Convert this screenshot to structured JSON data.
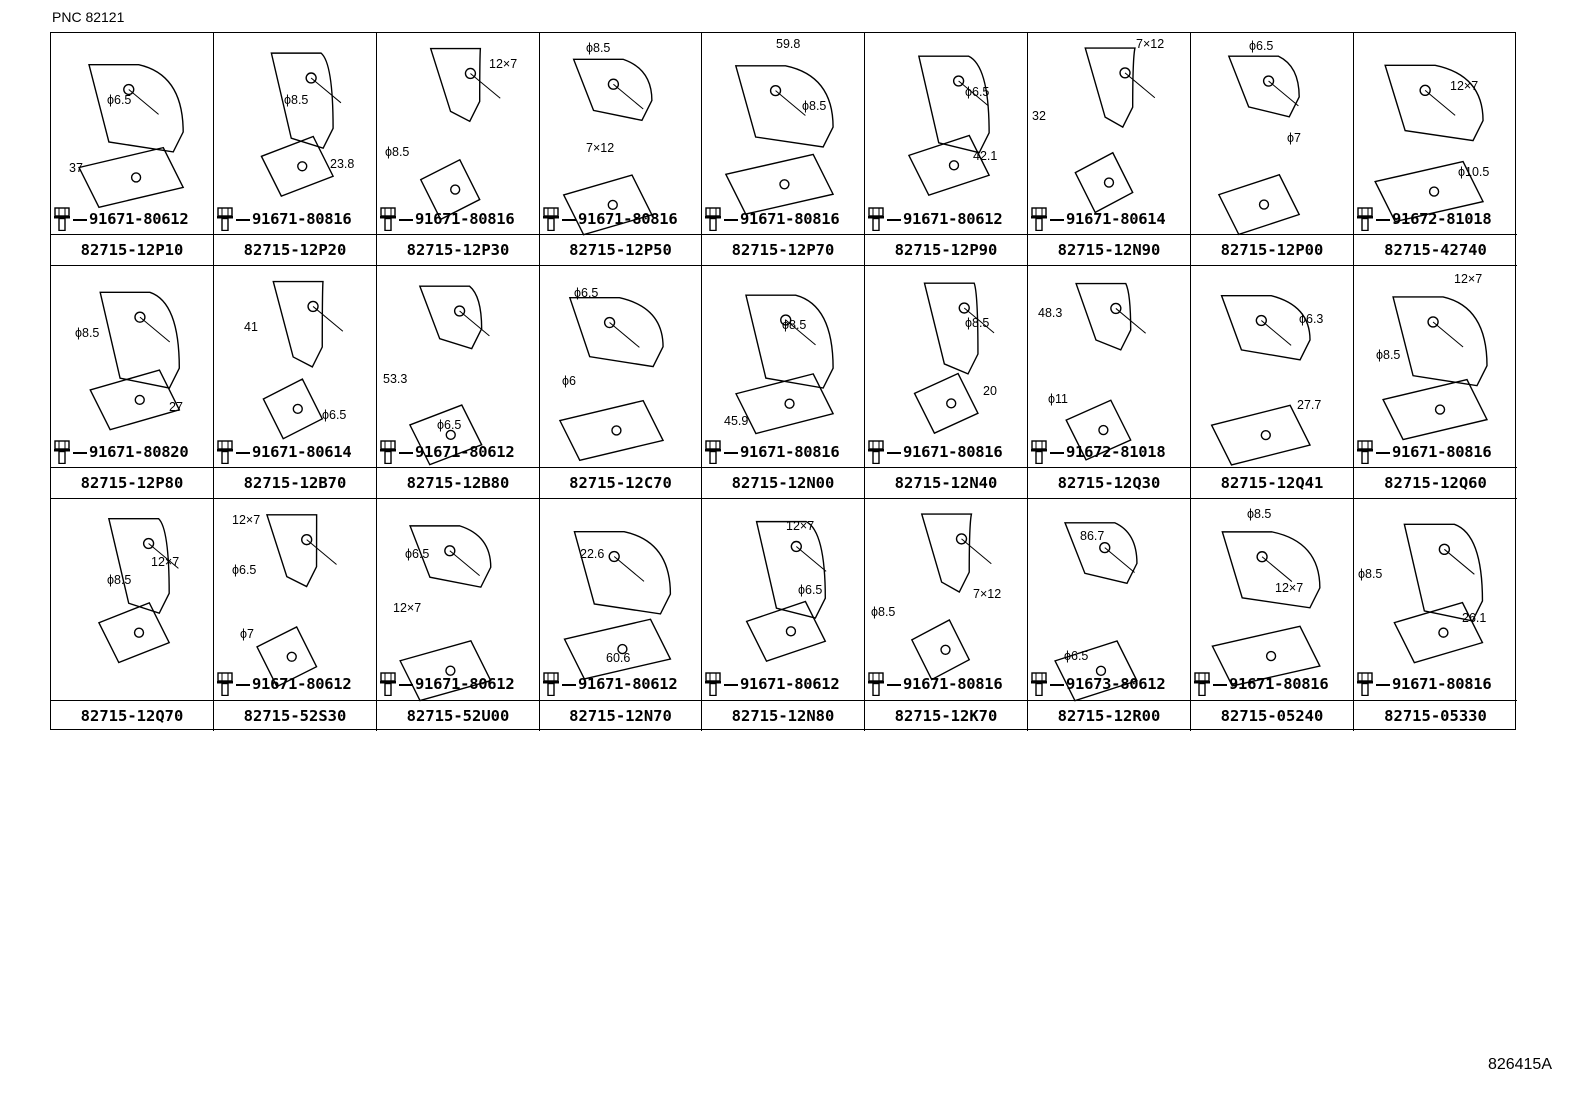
{
  "header": {
    "pnc": "PNC 82121"
  },
  "footer": {
    "figure_code": "826415A"
  },
  "cells": [
    {
      "part": "82715-12P10",
      "bolt": "91671-80612",
      "dims": [
        "ϕ6.5",
        "37"
      ]
    },
    {
      "part": "82715-12P20",
      "bolt": "91671-80816",
      "dims": [
        "ϕ8.5",
        "23.8"
      ]
    },
    {
      "part": "82715-12P30",
      "bolt": "91671-80816",
      "dims": [
        "12×7",
        "ϕ8.5"
      ]
    },
    {
      "part": "82715-12P50",
      "bolt": "91671-80816",
      "dims": [
        "ϕ8.5",
        "7×12"
      ]
    },
    {
      "part": "82715-12P70",
      "bolt": "91671-80816",
      "dims": [
        "59.8",
        "ϕ8.5"
      ]
    },
    {
      "part": "82715-12P90",
      "bolt": "91671-80612",
      "dims": [
        "ϕ6.5",
        "42.1"
      ]
    },
    {
      "part": "82715-12N90",
      "bolt": "91671-80614",
      "dims": [
        "7×12",
        "32"
      ]
    },
    {
      "part": "82715-12P00",
      "bolt": "",
      "dims": [
        "ϕ6.5",
        "ϕ7"
      ]
    },
    {
      "part": "82715-42740",
      "bolt": "91672-81018",
      "dims": [
        "12×7",
        "ϕ10.5"
      ]
    },
    {
      "part": "82715-12P80",
      "bolt": "91671-80820",
      "dims": [
        "ϕ8.5",
        "27"
      ]
    },
    {
      "part": "82715-12B70",
      "bolt": "91671-80614",
      "dims": [
        "41",
        "ϕ6.5"
      ]
    },
    {
      "part": "82715-12B80",
      "bolt": "91671-80612",
      "dims": [
        "53.3",
        "ϕ6.5"
      ]
    },
    {
      "part": "82715-12C70",
      "bolt": "",
      "dims": [
        "ϕ6.5",
        "ϕ6"
      ]
    },
    {
      "part": "82715-12N00",
      "bolt": "91671-80816",
      "dims": [
        "ϕ8.5",
        "45.9"
      ]
    },
    {
      "part": "82715-12N40",
      "bolt": "91671-80816",
      "dims": [
        "ϕ8.5",
        "20"
      ]
    },
    {
      "part": "82715-12Q30",
      "bolt": "91672-81018",
      "dims": [
        "48.3",
        "ϕ11"
      ]
    },
    {
      "part": "82715-12Q41",
      "bolt": "",
      "dims": [
        "ϕ6.3",
        "27.7"
      ]
    },
    {
      "part": "82715-12Q60",
      "bolt": "91671-80816",
      "dims": [
        "12×7",
        "ϕ8.5"
      ]
    },
    {
      "part": "82715-12Q70",
      "bolt": "",
      "dims": [
        "ϕ8.5",
        "12×7"
      ]
    },
    {
      "part": "82715-52S30",
      "bolt": "91671-80612",
      "dims": [
        "12×7",
        "ϕ6.5",
        "ϕ7"
      ]
    },
    {
      "part": "82715-52U00",
      "bolt": "91671-80612",
      "dims": [
        "ϕ6.5",
        "12×7"
      ]
    },
    {
      "part": "82715-12N70",
      "bolt": "91671-80612",
      "dims": [
        "22.6",
        "60.6"
      ]
    },
    {
      "part": "82715-12N80",
      "bolt": "91671-80612",
      "dims": [
        "12×7",
        "ϕ6.5"
      ]
    },
    {
      "part": "82715-12K70",
      "bolt": "91671-80816",
      "dims": [
        "ϕ8.5",
        "7×12"
      ]
    },
    {
      "part": "82715-12R00",
      "bolt": "91673-80612",
      "dims": [
        "86.7",
        "ϕ6.5"
      ]
    },
    {
      "part": "82715-05240",
      "bolt": "91671-80816",
      "dims": [
        "ϕ8.5",
        "12×7"
      ]
    },
    {
      "part": "82715-05330",
      "bolt": "91671-80816",
      "dims": [
        "ϕ8.5",
        "26.1"
      ]
    }
  ]
}
